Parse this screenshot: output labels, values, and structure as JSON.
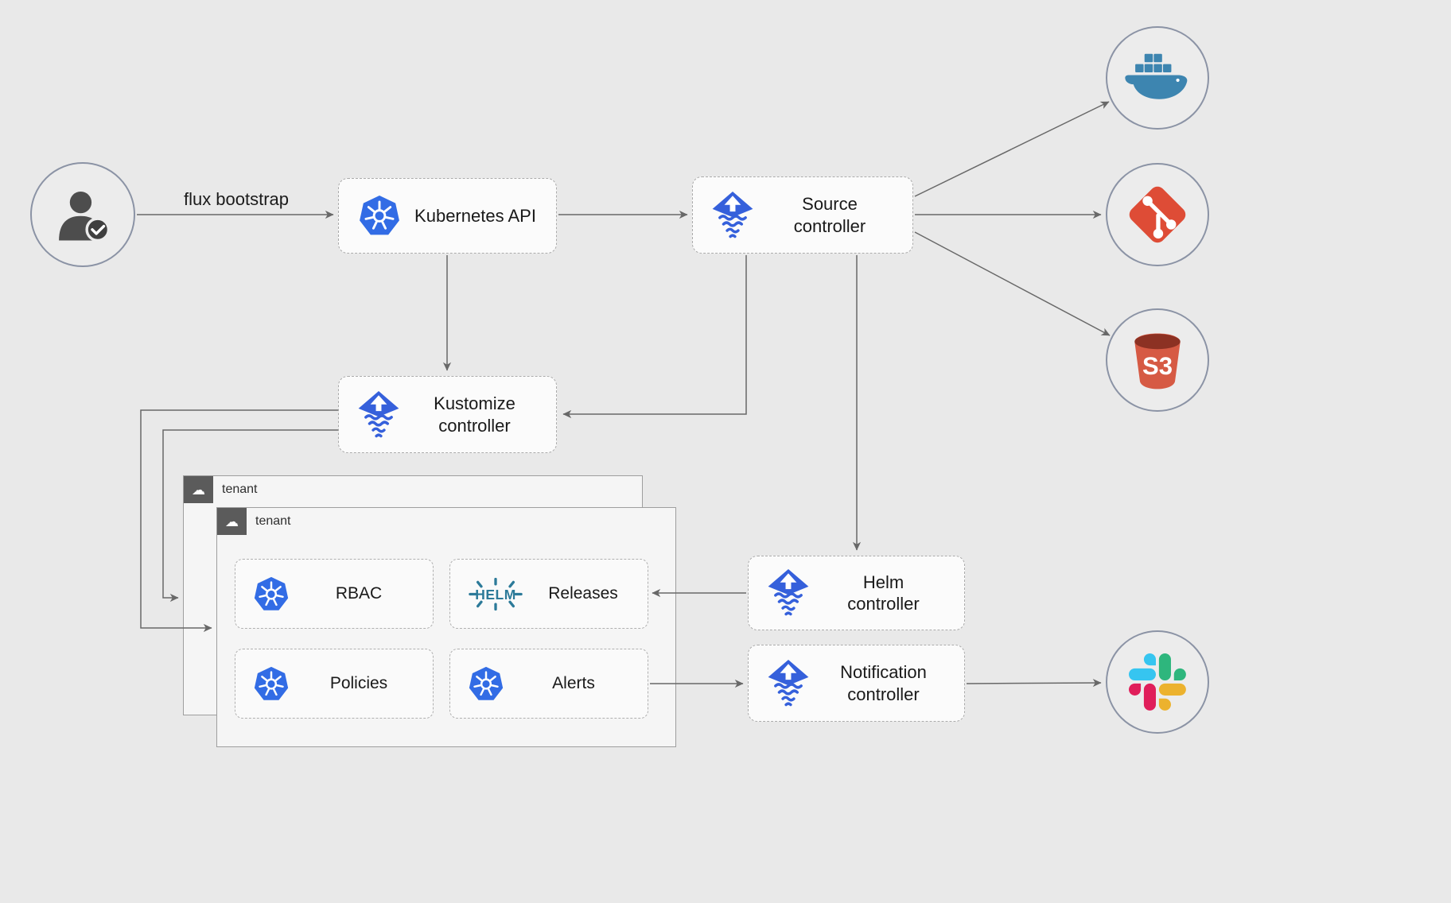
{
  "diagram": {
    "background_color": "#e9e9e9",
    "arrow_color": "#686868",
    "edge_label": "flux bootstrap"
  },
  "nodes": {
    "user": {
      "icon": "user-check-icon"
    },
    "kubernetes_api": {
      "label": "Kubernetes API",
      "icon": "kubernetes-icon"
    },
    "source_controller": {
      "label": "Source\ncontroller",
      "icon": "flux-icon"
    },
    "kustomize_controller": {
      "label": "Kustomize\ncontroller",
      "icon": "flux-icon"
    },
    "helm_controller": {
      "label": "Helm\ncontroller",
      "icon": "flux-icon"
    },
    "notification_controller": {
      "label": "Notification\ncontroller",
      "icon": "flux-icon"
    },
    "tenant_back": {
      "label": "tenant",
      "icon": "cloud-icon"
    },
    "tenant_front": {
      "label": "tenant",
      "icon": "cloud-icon"
    },
    "rbac": {
      "label": "RBAC",
      "icon": "kubernetes-icon"
    },
    "releases": {
      "label": "Releases",
      "icon": "helm-icon"
    },
    "policies": {
      "label": "Policies",
      "icon": "kubernetes-icon"
    },
    "alerts": {
      "label": "Alerts",
      "icon": "kubernetes-icon"
    },
    "docker_registry": {
      "icon": "docker-icon"
    },
    "git_repository": {
      "icon": "git-icon"
    },
    "s3_bucket": {
      "icon": "s3-icon"
    },
    "slack": {
      "icon": "slack-icon"
    }
  },
  "icon_text": {
    "helm": "HELM",
    "s3": "S3"
  },
  "colors": {
    "kubernetes_blue": "#326CE5",
    "flux_blue": "#3560DB",
    "helm_teal": "#2C7A99",
    "docker_blue": "#3D85B0",
    "git_orange": "#DE4C36",
    "s3_body_red": "#D65A44",
    "s3_rim_dark": "#8C3123",
    "slack_blue": "#36C5F0",
    "slack_green": "#2EB67D",
    "slack_yellow": "#ECB22E",
    "slack_pink": "#E01E5A",
    "person_gray": "#4d4d4d",
    "tenant_header_gray": "#5b5b5b"
  }
}
